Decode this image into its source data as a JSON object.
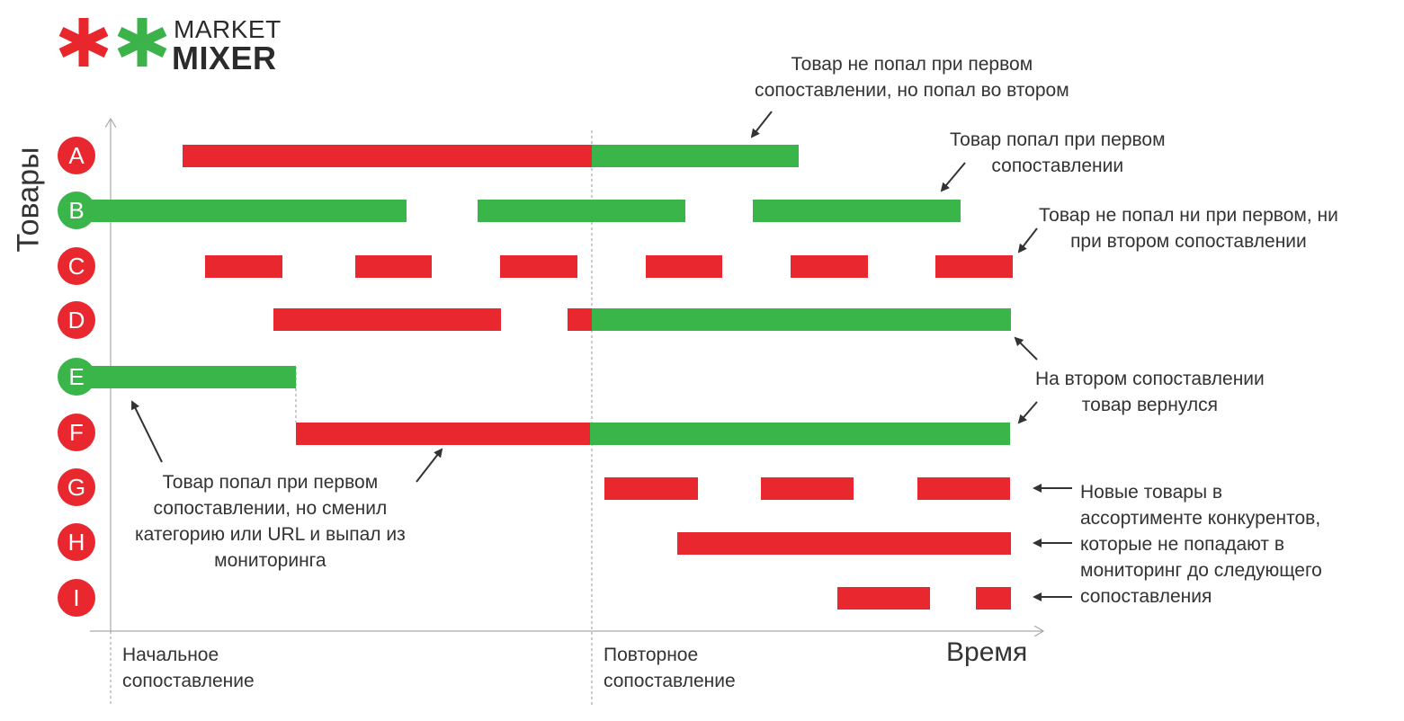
{
  "logo": {
    "line1": "MARKET",
    "line2": "MIXER",
    "asterisk_colors": [
      "#e8272c",
      "#3cb34a"
    ]
  },
  "axes": {
    "y_title": "Товары",
    "x_title": "Время"
  },
  "colors": {
    "red": "#e8272f",
    "green": "#39b54a",
    "label_dark": "#333333"
  },
  "checkpoints": [
    {
      "id": "initial",
      "label_lines": [
        "Начальное",
        "сопоставление"
      ]
    },
    {
      "id": "repeat",
      "label_lines": [
        "Повторное",
        "сопоставление"
      ]
    }
  ],
  "rows": [
    {
      "label": "A",
      "label_color": "red"
    },
    {
      "label": "B",
      "label_color": "green"
    },
    {
      "label": "C",
      "label_color": "red"
    },
    {
      "label": "D",
      "label_color": "red"
    },
    {
      "label": "E",
      "label_color": "green"
    },
    {
      "label": "F",
      "label_color": "red"
    },
    {
      "label": "G",
      "label_color": "red"
    },
    {
      "label": "H",
      "label_color": "red"
    },
    {
      "label": "I",
      "label_color": "red"
    }
  ],
  "annotations": {
    "not_first_but_second": [
      "Товар не попал при первом",
      "сопоставлении, но попал во втором"
    ],
    "got_in_first": [
      "Товар попал при первом",
      "сопоставлении"
    ],
    "neither": [
      "Товар не попал ни при первом, ни",
      "при втором сопоставлении"
    ],
    "returned": [
      "На втором сопоставлении",
      "товар вернулся"
    ],
    "changed_category": [
      "Товар попал при первом",
      "сопоставлении, но сменил",
      "категорию или URL и выпал из",
      "мониторинга"
    ],
    "new_products": [
      "Новые товары в",
      "ассортименте конкурентов,",
      "которые не попадают в",
      "мониторинг до следующего",
      "сопоставления"
    ]
  }
}
